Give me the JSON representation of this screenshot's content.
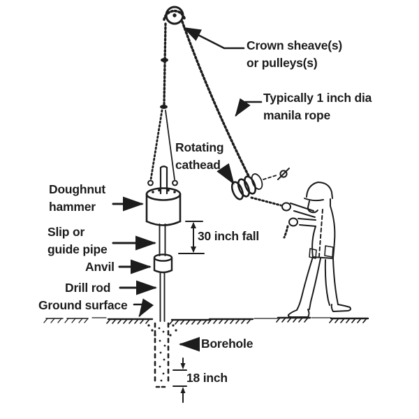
{
  "labels": {
    "crown_sheave": "Crown sheave(s)\nor pulleys(s)",
    "manila_rope": "Typically 1 inch dia\nmanila rope",
    "rotating_cathead": "Rotating\ncathead",
    "doughnut_hammer": "Doughnut\nhammer",
    "slip_guide_pipe": "Slip or\nguide pipe",
    "anvil": "Anvil",
    "drill_rod": "Drill rod",
    "ground_surface": "Ground surface",
    "fall_height": "30 inch fall",
    "borehole": "Borehole",
    "sample_depth": "18 inch"
  },
  "colors": {
    "ink": "#1c1c1c",
    "background": "#ffffff"
  }
}
